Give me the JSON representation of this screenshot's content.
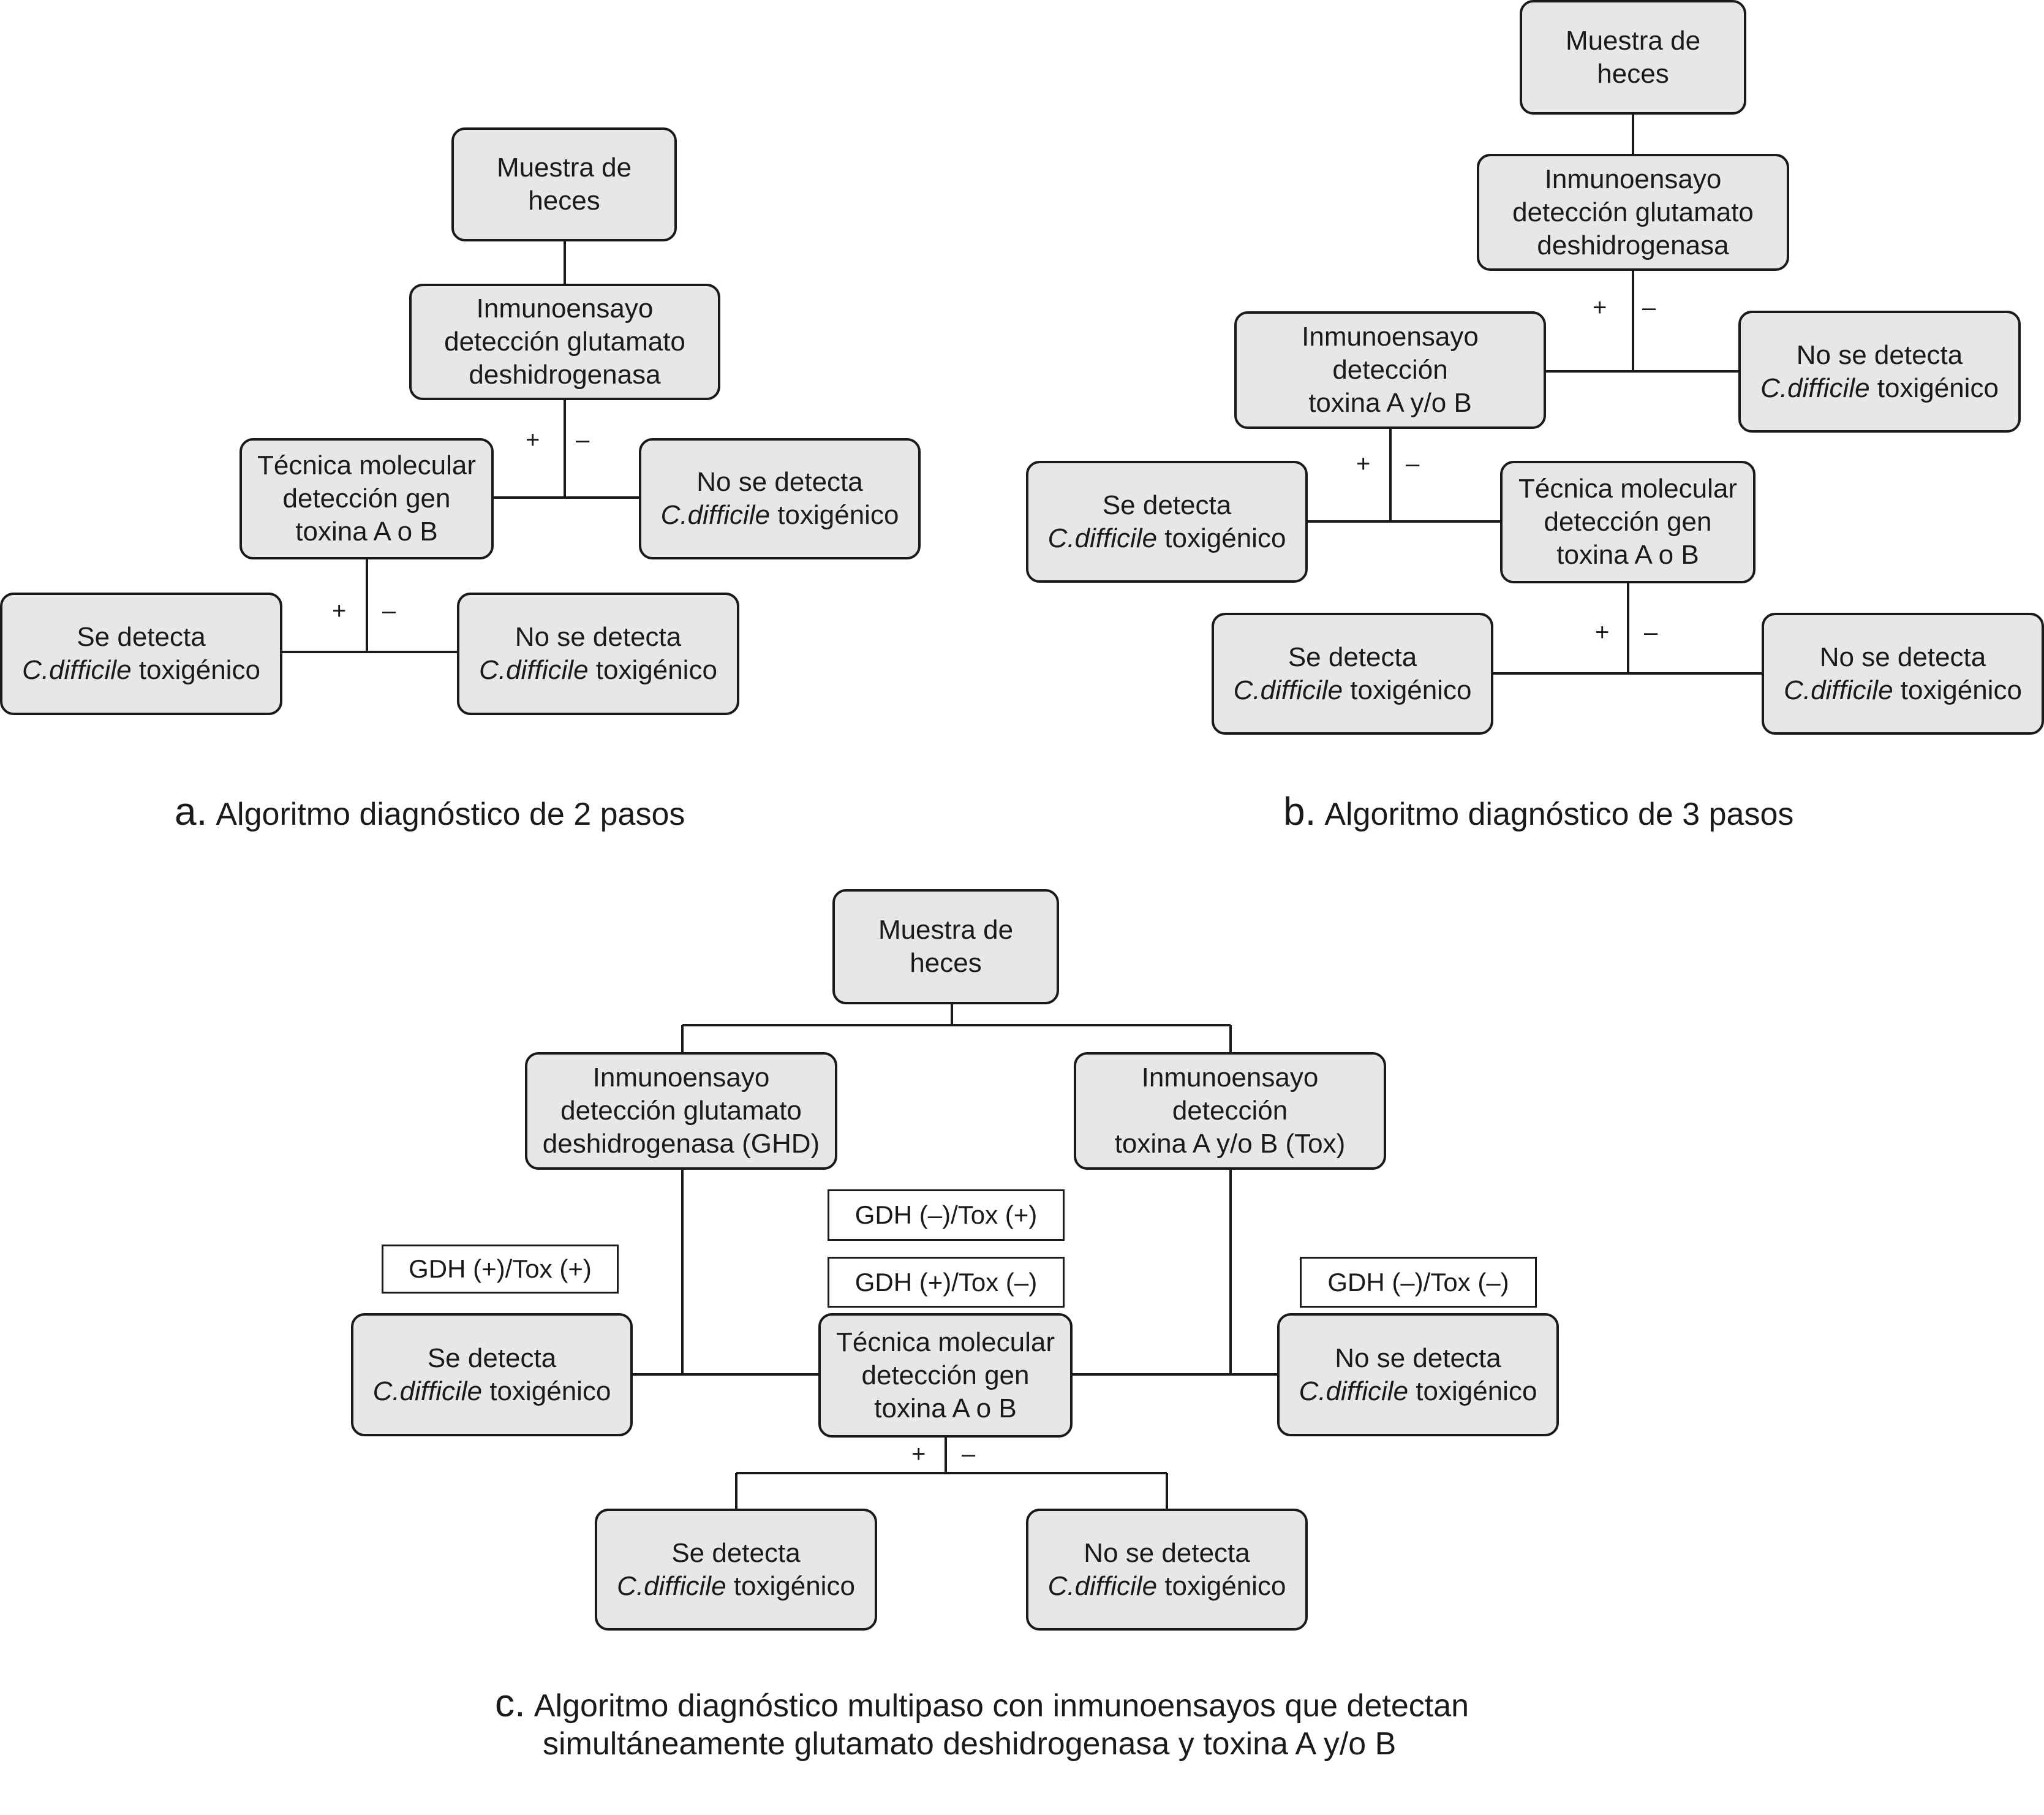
{
  "common": {
    "muestra": [
      "Muestra de",
      "heces"
    ],
    "gdh_assay": [
      "Inmunoensayo",
      "detección glutamato",
      "deshidrogenasa"
    ],
    "tox_assay": [
      "Inmunoensayo",
      "detección",
      "toxina A y/o B"
    ],
    "molecular": [
      "Técnica molecular",
      "detección gen",
      "toxina A o B"
    ],
    "detected_l1": "Se detecta",
    "not_detected_l1": "No se detecta",
    "organism_species": "C.difficile",
    "organism_suffix": " toxigénico",
    "plus": "+",
    "minus": "–"
  },
  "panel_a": {
    "letter": "a.",
    "caption": "Algoritmo diagnóstico de 2 pasos"
  },
  "panel_b": {
    "letter": "b.",
    "caption": "Algoritmo diagnóstico de 3 pasos"
  },
  "panel_c": {
    "letter": "c.",
    "caption": [
      "Algoritmo diagnóstico multipaso con inmunoensayos que detectan",
      "simultáneamente glutamato deshidrogenasa y toxina A y/o B"
    ],
    "gdh_assay": [
      "Inmunoensayo",
      "detección glutamato",
      "deshidrogenasa (GHD)"
    ],
    "tox_assay": [
      "Inmunoensayo",
      "detección",
      "toxina A y/o B (Tox)"
    ],
    "labels": {
      "pos_pos": "GDH (+)/Tox (+)",
      "neg_pos": "GDH (–)/Tox (+)",
      "pos_neg": "GDH (+)/Tox (–)",
      "neg_neg": "GDH (–)/Tox (–)"
    }
  }
}
